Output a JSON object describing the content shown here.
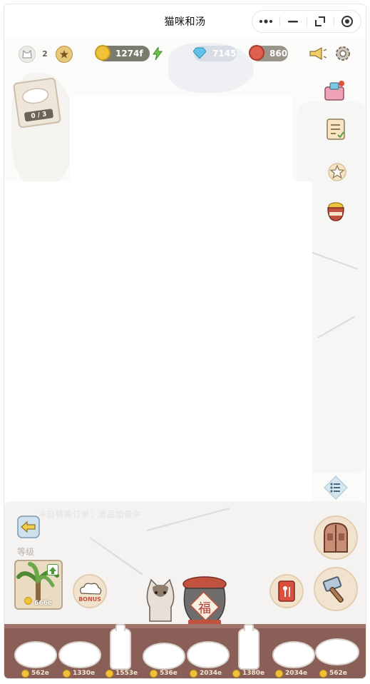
{
  "titlebar": {
    "title": "猫咪和汤"
  },
  "hud": {
    "level_value": "2",
    "coins": "1274f",
    "energy_icon": "lightning-icon",
    "gems": "7145",
    "hearts": "860"
  },
  "counter": {
    "value": "0 / 3"
  },
  "side_icons": [
    "gift-basket-icon",
    "checklist-icon",
    "star-icon",
    "treasure-pot-icon",
    "menu-list-icon"
  ],
  "marquee": "今日特殊订单：汤品加倍中",
  "level_label": "等级",
  "tree": {
    "price": "666e"
  },
  "buttons": {
    "bonus_label": "BONUS",
    "jar_character": "福"
  },
  "shelf_prices": [
    "562e",
    "1330e",
    "1553e",
    "536e",
    "2034e",
    "1380e",
    "2034e",
    "562e"
  ],
  "colors": {
    "shelf": "#8a5f58",
    "pill": "#7b7a6e",
    "coin": "#f0c23a",
    "jar_lid": "#c0523f"
  }
}
